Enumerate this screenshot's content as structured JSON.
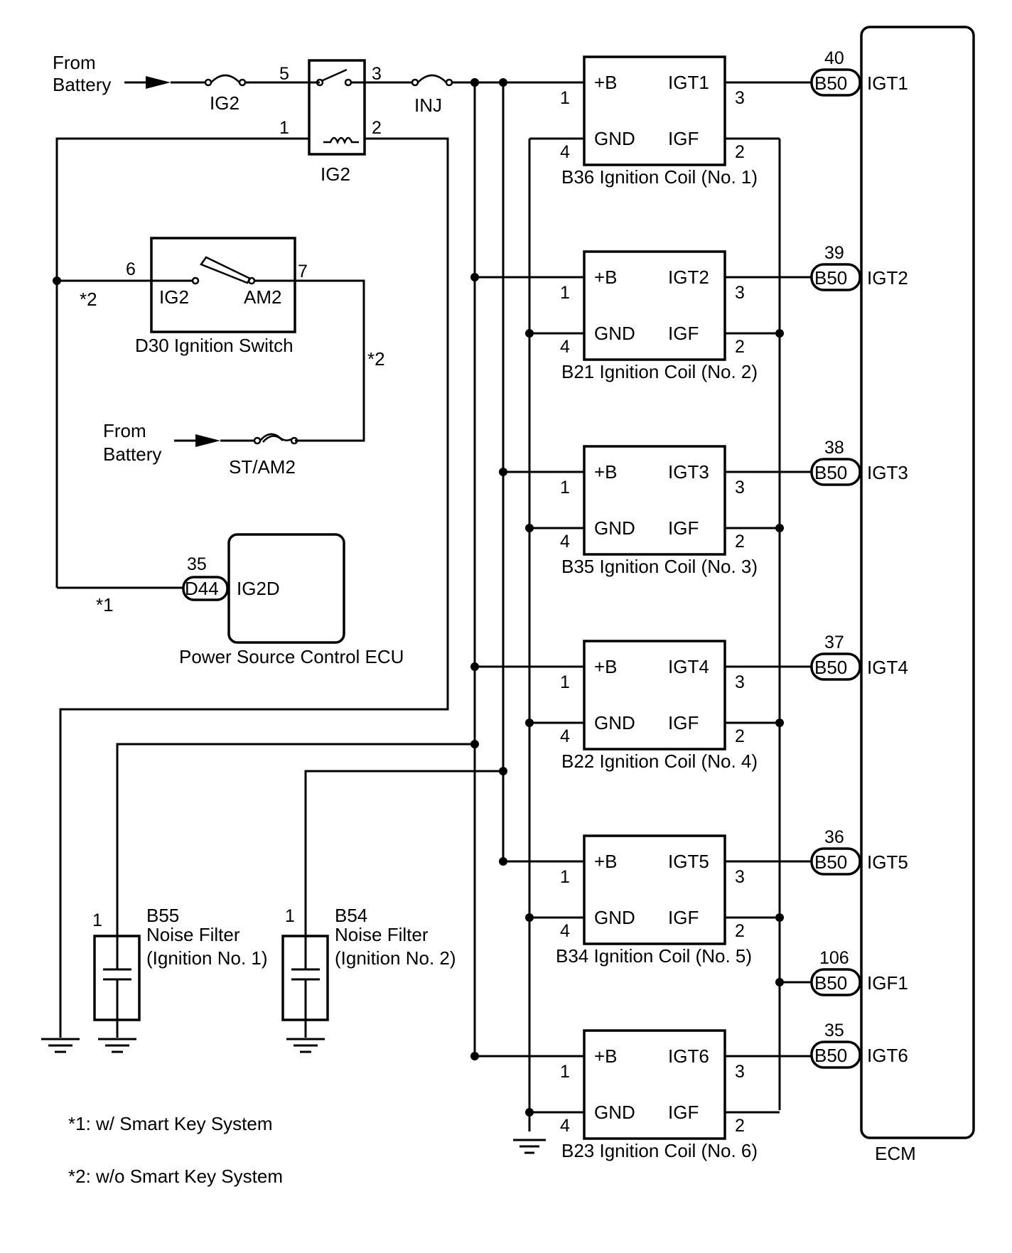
{
  "from_battery_top": [
    "From",
    "Battery"
  ],
  "from_battery_mid": [
    "From",
    "Battery"
  ],
  "fuse_ig2": "IG2",
  "fuse_inj": "INJ",
  "fuse_st_am2": "ST/AM2",
  "relay": {
    "label": "IG2",
    "pin5": "5",
    "pin3": "3",
    "pin1": "1",
    "pin2": "2"
  },
  "ignition_switch": {
    "title": "D30 Ignition Switch",
    "term_ig2": "IG2",
    "term_am2": "AM2",
    "pin6": "6",
    "pin7": "7"
  },
  "footnote_marks": {
    "star2_left": "*2",
    "star2_right": "*2",
    "star1": "*1"
  },
  "power_ecu": {
    "title": "Power Source Control ECU",
    "terminal": "IG2D",
    "connector": "D44",
    "pin": "35"
  },
  "coils": [
    {
      "title": "B36 Ignition Coil (No. 1)",
      "plus_b": "+B",
      "igt": "IGT1",
      "gnd": "GND",
      "igf": "IGF",
      "p1": "1",
      "p3": "3",
      "p4": "4",
      "p2": "2"
    },
    {
      "title": "B21 Ignition Coil (No. 2)",
      "plus_b": "+B",
      "igt": "IGT2",
      "gnd": "GND",
      "igf": "IGF",
      "p1": "1",
      "p3": "3",
      "p4": "4",
      "p2": "2"
    },
    {
      "title": "B35 Ignition Coil (No. 3)",
      "plus_b": "+B",
      "igt": "IGT3",
      "gnd": "GND",
      "igf": "IGF",
      "p1": "1",
      "p3": "3",
      "p4": "4",
      "p2": "2"
    },
    {
      "title": "B22 Ignition Coil (No. 4)",
      "plus_b": "+B",
      "igt": "IGT4",
      "gnd": "GND",
      "igf": "IGF",
      "p1": "1",
      "p3": "3",
      "p4": "4",
      "p2": "2"
    },
    {
      "title": "B34 Ignition Coil (No. 5)",
      "plus_b": "+B",
      "igt": "IGT5",
      "gnd": "GND",
      "igf": "IGF",
      "p1": "1",
      "p3": "3",
      "p4": "4",
      "p2": "2"
    },
    {
      "title": "B23 Ignition Coil (No. 6)",
      "plus_b": "+B",
      "igt": "IGT6",
      "gnd": "GND",
      "igf": "IGF",
      "p1": "1",
      "p3": "3",
      "p4": "4",
      "p2": "2"
    }
  ],
  "ecm": {
    "title": "ECM",
    "connector": "B50",
    "pins": [
      {
        "num": "40",
        "name": "IGT1"
      },
      {
        "num": "39",
        "name": "IGT2"
      },
      {
        "num": "38",
        "name": "IGT3"
      },
      {
        "num": "37",
        "name": "IGT4"
      },
      {
        "num": "36",
        "name": "IGT5"
      },
      {
        "num": "106",
        "name": "IGF1"
      },
      {
        "num": "35",
        "name": "IGT6"
      }
    ]
  },
  "noise_filters": [
    {
      "code": "B55",
      "line1": "Noise Filter",
      "line2": "(Ignition No. 1)",
      "pin": "1"
    },
    {
      "code": "B54",
      "line1": "Noise Filter",
      "line2": "(Ignition No. 2)",
      "pin": "1"
    }
  ],
  "notes": {
    "note1": "*1: w/ Smart Key System",
    "note2": "*2: w/o Smart Key System"
  }
}
